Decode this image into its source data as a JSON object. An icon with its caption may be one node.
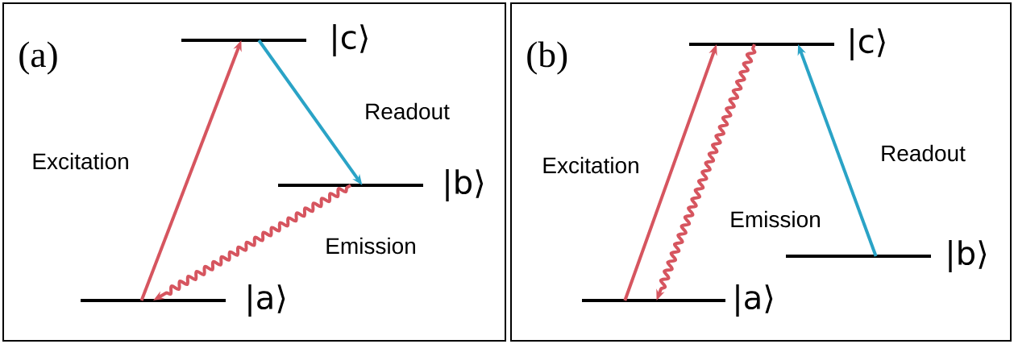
{
  "diagram": {
    "nodes": [
      {
        "text": [
          "(a)"
        ]
      },
      {
        "text": [],
        "shape": "bar",
        "in": 0,
        "beside": [
          "|c⟩"
        ]
      },
      {
        "text": [],
        "shape": "bar",
        "in": 0,
        "beside": [
          "|b⟩"
        ]
      },
      {
        "text": [],
        "shape": "bar",
        "in": 0,
        "beside": [
          "|a⟩"
        ]
      },
      {
        "text": [
          "(b)"
        ]
      },
      {
        "text": [],
        "shape": "bar",
        "in": 4,
        "beside": [
          "|c⟩"
        ]
      },
      {
        "text": [],
        "shape": "bar",
        "in": 4,
        "beside": [
          "|b⟩"
        ]
      },
      {
        "text": [],
        "shape": "bar",
        "in": 4,
        "beside": [
          "|a⟩"
        ]
      }
    ],
    "edges": [
      {
        "from": 3,
        "to": 1,
        "arrow": "to",
        "label": "Excitation"
      },
      {
        "from": 1,
        "to": 2,
        "arrow": "to",
        "label": "Readout",
        "color": "#2aa3c6"
      },
      {
        "from": 2,
        "to": 3,
        "arrow": "to",
        "label": "Emission"
      },
      {
        "from": 7,
        "to": 5,
        "arrow": "to",
        "label": "Excitation"
      },
      {
        "from": 5,
        "to": 7,
        "arrow": "to",
        "label": "Emission"
      },
      {
        "from": 6,
        "to": 5,
        "arrow": "to",
        "label": "Readout",
        "color": "#2aa3c6"
      }
    ]
  }
}
